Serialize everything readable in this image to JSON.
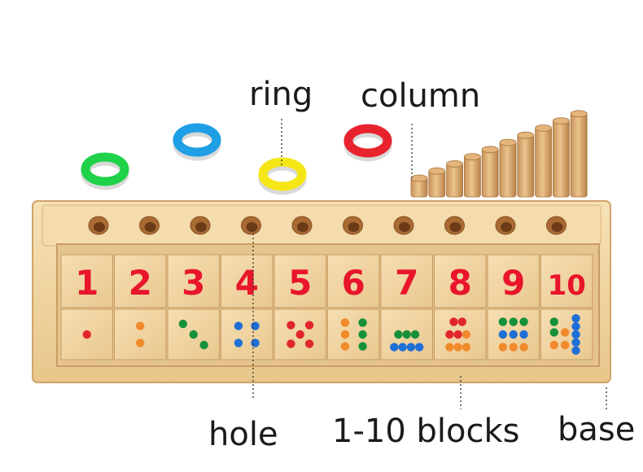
{
  "labels": {
    "ring": "ring",
    "column": "column",
    "hole": "hole",
    "blocks": "1-10 blocks",
    "base": "base"
  },
  "numbers": [
    "1",
    "2",
    "3",
    "4",
    "5",
    "6",
    "7",
    "8",
    "9",
    "10"
  ],
  "colors": {
    "number_red": "#e8152b",
    "ring_green": "#1fd24a",
    "ring_blue": "#1e9fe6",
    "ring_yellow": "#f5e615",
    "ring_red": "#e8232e",
    "wood_light": "#f3d9a6",
    "wood_dark": "#d9ad6c",
    "dot_red": "#e0262c",
    "dot_orange": "#f08a2a",
    "dot_green": "#16903a",
    "dot_blue": "#1f6fd6"
  },
  "dot_patterns": [
    [
      "dot_red"
    ],
    [
      "dot_orange",
      "dot_orange"
    ],
    [
      "dot_green",
      "dot_green",
      "dot_green"
    ],
    [
      "dot_blue",
      "dot_blue",
      "dot_blue",
      "dot_blue"
    ],
    [
      "dot_red",
      "dot_red",
      "dot_red",
      "dot_red",
      "dot_red"
    ],
    [
      "dot_orange",
      "dot_orange",
      "dot_orange",
      "dot_green",
      "dot_green",
      "dot_green"
    ],
    [
      "dot_green",
      "dot_green",
      "dot_green",
      "dot_blue",
      "dot_blue",
      "dot_blue",
      "dot_blue"
    ],
    [
      "dot_red",
      "dot_red",
      "dot_red",
      "dot_red",
      "dot_orange",
      "dot_orange",
      "dot_orange",
      "dot_orange"
    ],
    [
      "dot_green",
      "dot_green",
      "dot_green",
      "dot_blue",
      "dot_blue",
      "dot_blue",
      "dot_orange",
      "dot_orange",
      "dot_orange"
    ],
    [
      "dot_blue",
      "dot_blue",
      "dot_blue",
      "dot_blue",
      "dot_blue",
      "dot_green",
      "dot_green",
      "dot_orange",
      "dot_orange",
      "dot_orange"
    ]
  ]
}
